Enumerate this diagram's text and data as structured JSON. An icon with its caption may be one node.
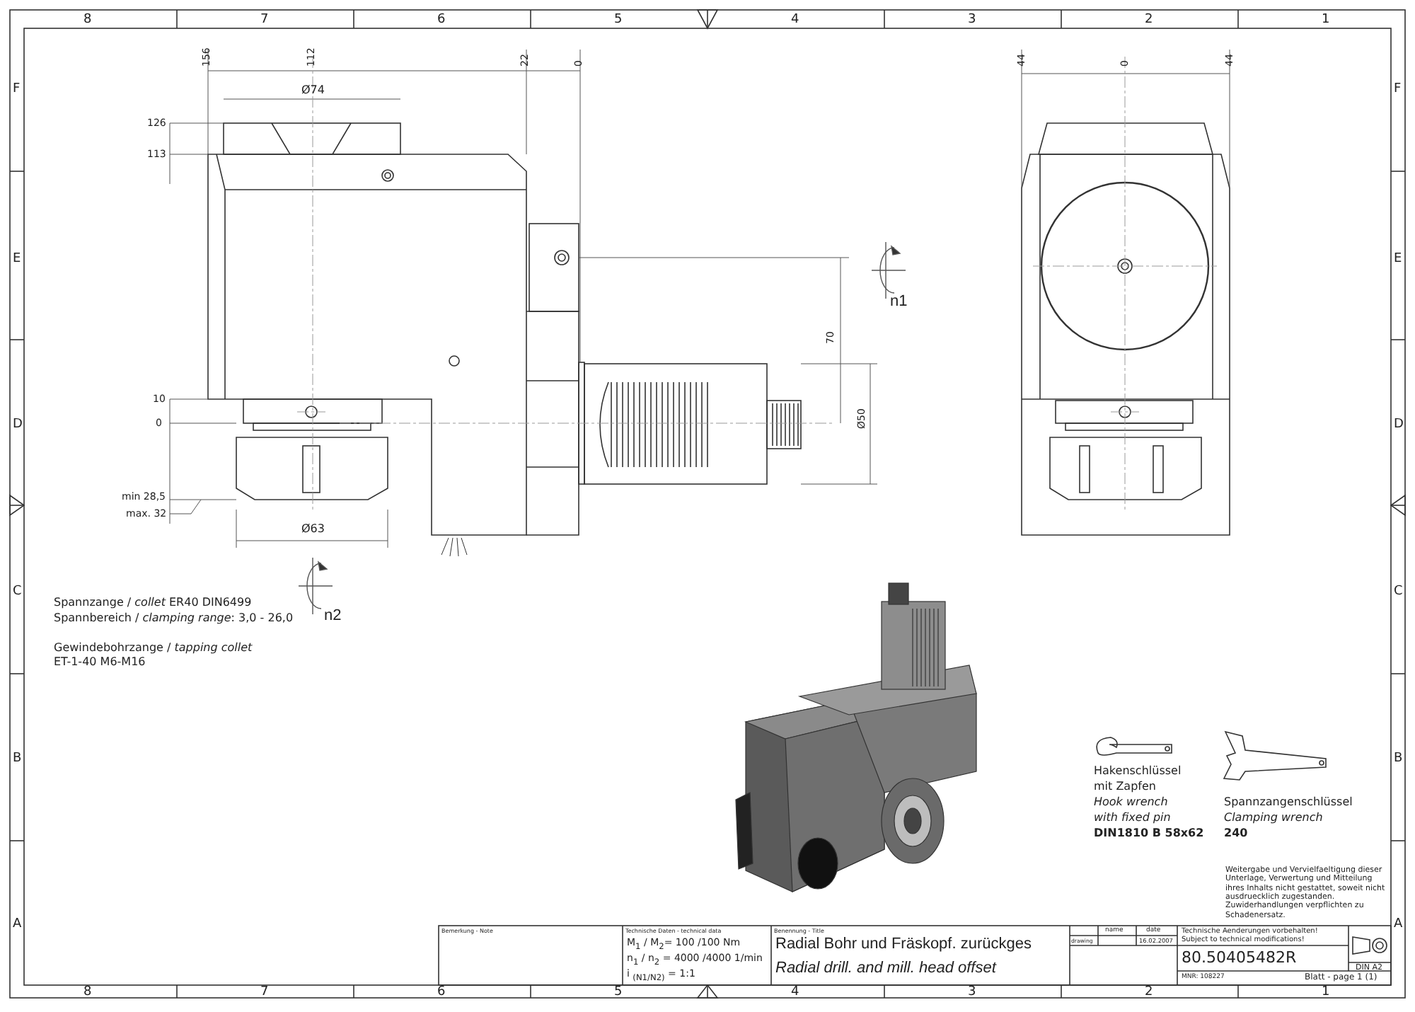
{
  "diagram": {
    "labels": [
      "8",
      "7",
      "6",
      "5",
      "4",
      "3",
      "2",
      "1",
      "F",
      "E",
      "D",
      "C",
      "B",
      "A",
      "F",
      "E",
      "D",
      "C",
      "B",
      "A",
      "8",
      "7",
      "6",
      "5",
      "4",
      "3",
      "2",
      "1",
      "156",
      "112",
      "22",
      "0",
      "Ø74",
      "126",
      "113",
      "10",
      "0",
      "min 28,5",
      "max. 32",
      "Ø63",
      "n1",
      "70",
      "Ø50",
      "44",
      "0",
      "44",
      "n2",
      "Spannzange / *collet*   ER40   DIN6499",
      "Spannbereich / *clamping range*: 3,0 - 26,0",
      "Gewindebohrzange / *tapping collet*",
      "ET-1-40  M6-M16",
      "Hakenschlüssel",
      "mit Zapfen",
      "Hook wrench",
      "with fixed pin",
      "DIN1810 B 58x62",
      "Spannzangenschlüssel",
      "Clamping wrench",
      "240",
      "Weitergabe und Vervielfaeltigung dieser Unterlage, Verwertung und Mitteilung ihres Inhalts nicht gestattet, soweit nicht ausdruecklich zugestanden. Zuwiderhandlungen verpflichten zu Schadenersatz.",
      "Bemerkung - Note",
      "Technische Daten - technical data",
      "M$_{1}$ / M$_{2}$= 100 /100 Nm",
      "n$_{1}$ / n$_{2}$ = 4000 /4000  1/min",
      "i $_{(N1/N2)}$  = 1:1",
      "Benennung - Title",
      "Radial Bohr und Fräskopf. zurückges",
      "Radial drill. and mill. head offset",
      "name",
      "date",
      "drawing",
      "16.02.2007",
      "Technische Aenderungen vorbehalten!",
      "Subject to technical modifications!",
      "80.50405482R",
      "MNR: 108227",
      "DIN A2",
      "Blatt - page 1 (1)"
    ]
  }
}
